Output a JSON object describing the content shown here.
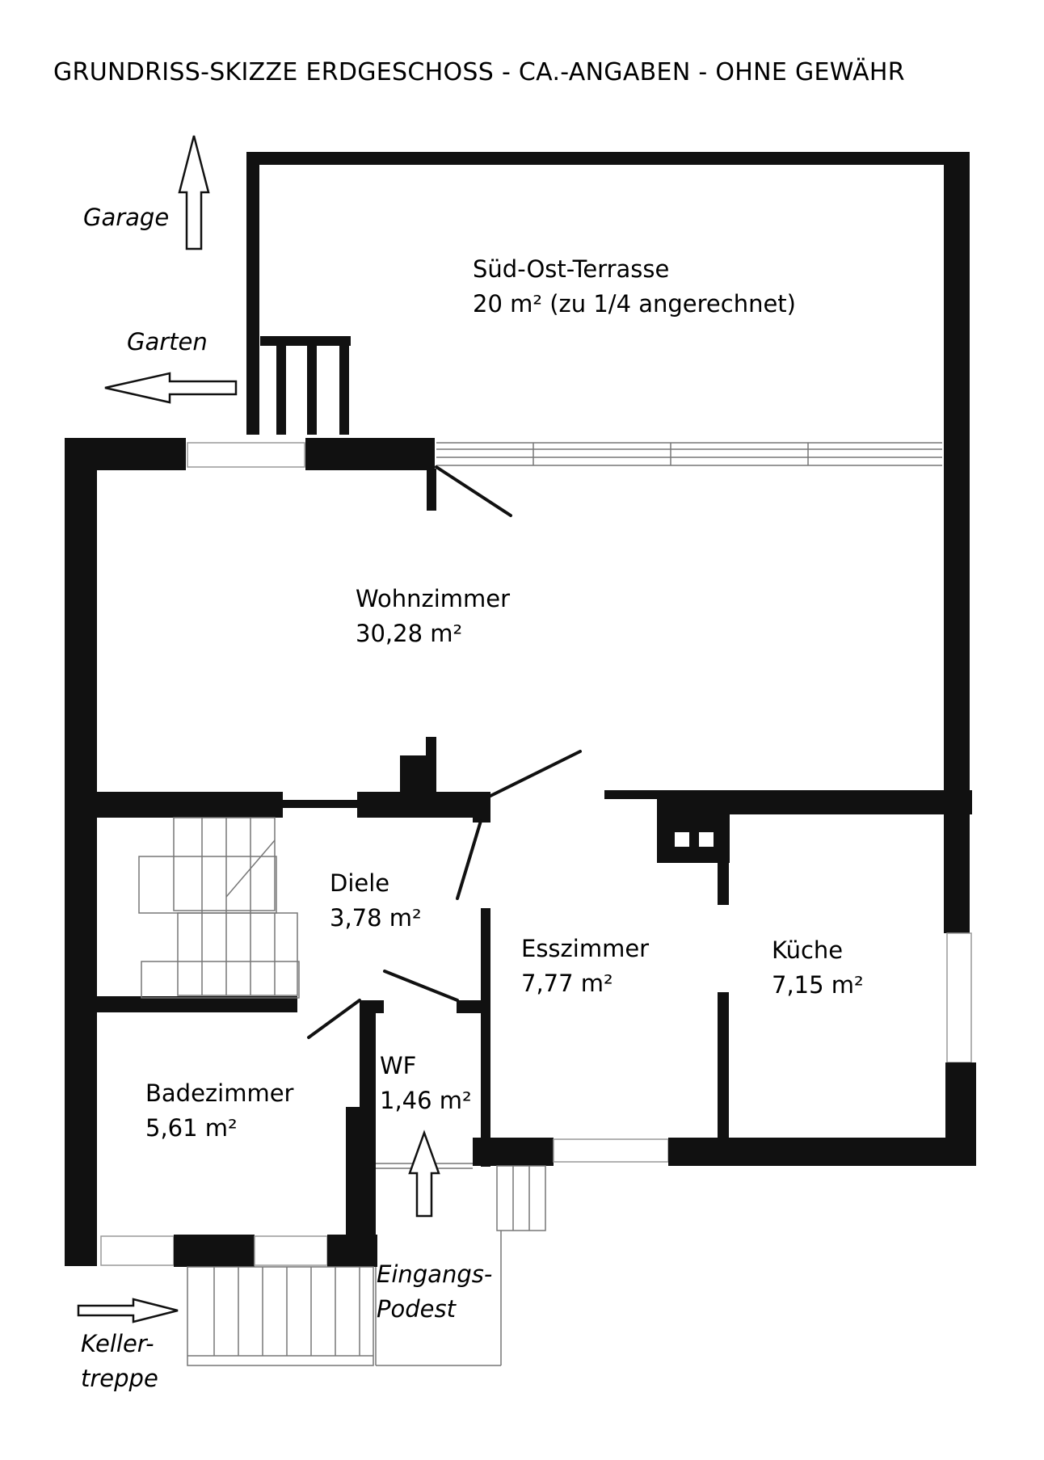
{
  "title": "GRUNDRISS-SKIZZE ERDGESCHOSS - CA.-ANGABEN - OHNE GEWÄHR",
  "rooms": {
    "terrasse": {
      "name": "Süd-Ost-Terrasse",
      "area": "20 m² (zu 1/4 angerechnet)"
    },
    "wohnzimmer": {
      "name": "Wohnzimmer",
      "area": "30,28 m²"
    },
    "diele": {
      "name": "Diele",
      "area": "3,78 m²"
    },
    "esszimmer": {
      "name": "Esszimmer",
      "area": "7,77 m²"
    },
    "kueche": {
      "name": "Küche",
      "area": "7,15 m²"
    },
    "badezimmer": {
      "name": "Badezimmer",
      "area": "5,61 m²"
    },
    "wf": {
      "name": "WF",
      "area": "1,46 m²"
    }
  },
  "annotations": {
    "garage": "Garage",
    "garten": "Garten",
    "eingang_line1": "Eingangs-",
    "eingang_line2": "Podest",
    "keller_line1": "Keller-",
    "keller_line2": "treppe"
  },
  "colors": {
    "wall": "#111111",
    "background": "#ffffff"
  }
}
